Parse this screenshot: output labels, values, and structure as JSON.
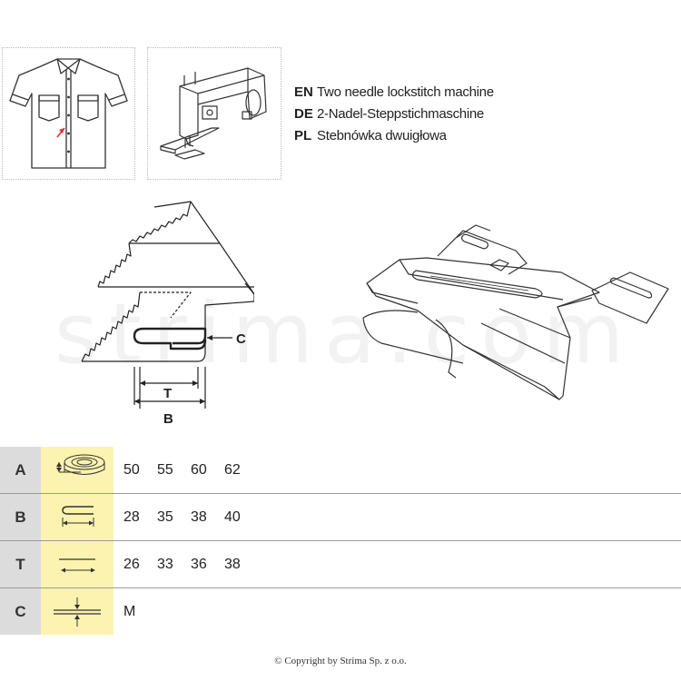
{
  "languages": [
    {
      "code": "EN",
      "text": "Two needle lockstitch machine"
    },
    {
      "code": "DE",
      "text": "2-Nadel-Steppstichmaschine"
    },
    {
      "code": "PL",
      "text": "Stebnówka dwuigłowa"
    }
  ],
  "diagram": {
    "label_c": "C",
    "label_t": "T",
    "label_b": "B"
  },
  "watermark": "strima.com",
  "spec_rows": [
    {
      "label": "A",
      "icon": "tape-roll-width-icon",
      "values": [
        "50",
        "55",
        "60",
        "62"
      ]
    },
    {
      "label": "B",
      "icon": "folded-width-icon",
      "values": [
        "28",
        "35",
        "38",
        "40"
      ]
    },
    {
      "label": "T",
      "icon": "top-width-icon",
      "values": [
        "26",
        "33",
        "36",
        "38"
      ]
    },
    {
      "label": "C",
      "icon": "thickness-icon",
      "values": [
        "M"
      ]
    }
  ],
  "copyright": "© Copyright by Strima Sp. z o.o."
}
